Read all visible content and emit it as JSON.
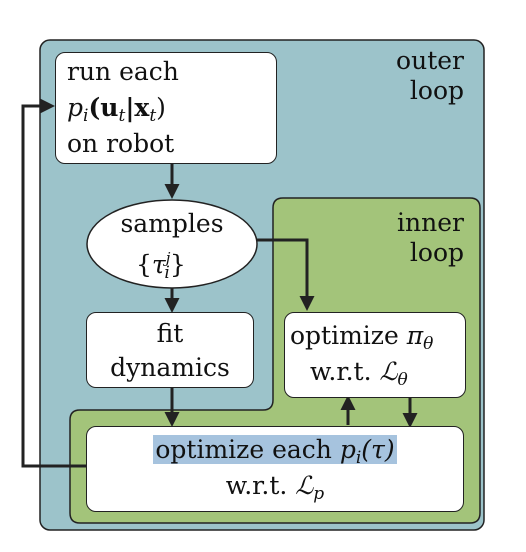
{
  "outer_loop": {
    "label_line1": "outer",
    "label_line2": "loop"
  },
  "inner_loop": {
    "label_line1": "inner",
    "label_line2": "loop"
  },
  "run_box": {
    "line1": "run each",
    "line2_func": "p",
    "line2_sub": "i",
    "line2_args": "(u",
    "line2_sub2": "t",
    "line2_mid": "|x",
    "line2_sub3": "t",
    "line2_end": ")",
    "line3": "on robot"
  },
  "samples": {
    "line1": "samples",
    "line2_open": "{",
    "line2_sym": "τ",
    "line2_sup": "j",
    "line2_sub": "i",
    "line2_close": "}"
  },
  "fit_box": {
    "line1": "fit",
    "line2": "dynamics"
  },
  "optimize_pi_box": {
    "line1_text": "optimize",
    "line1_sym": "π",
    "line1_sub": "θ",
    "line2_text": "w.r.t.",
    "line2_sym": "ℒ",
    "line2_sub": "θ"
  },
  "optimize_p_box": {
    "line1_text": "optimize each",
    "line1_sym": "p",
    "line1_sub": "i",
    "line1_arg": "(τ)",
    "line2_text": "w.r.t.",
    "line2_sym": "ℒ",
    "line2_sub": "p"
  },
  "colors": {
    "outer_fill": "#9cc3ca",
    "inner_fill": "#a3c47a",
    "highlight": "#a6c3de",
    "stroke": "#222222"
  }
}
